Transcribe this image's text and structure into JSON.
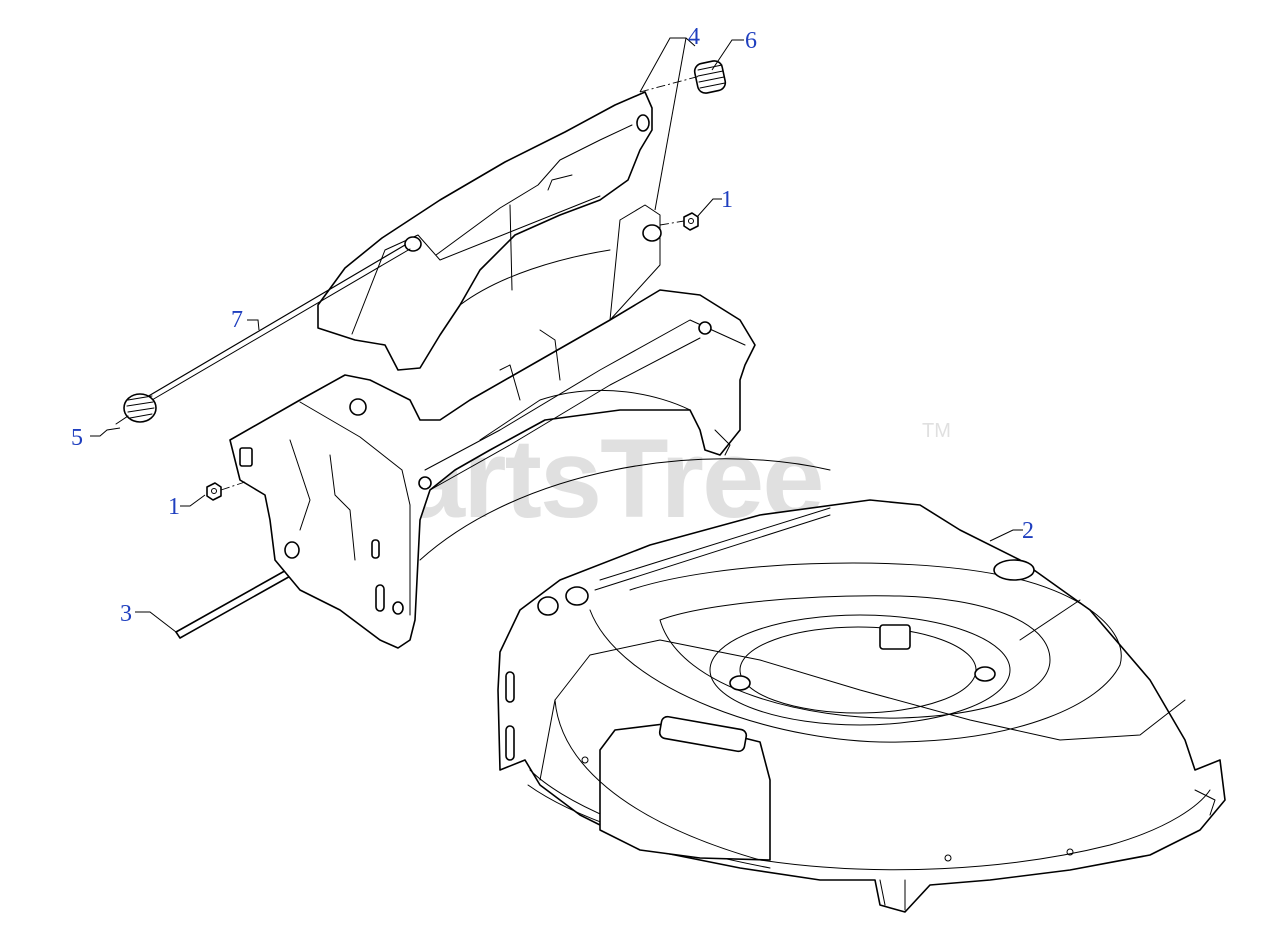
{
  "diagram": {
    "watermark": {
      "text": "PartsTree",
      "trademark": "TM"
    },
    "colors": {
      "callout": "#1f3fbf",
      "watermark": "#c8c8c8",
      "line": "#000000",
      "background": "#ffffff"
    },
    "callouts": [
      {
        "id": "c1",
        "label": "4"
      },
      {
        "id": "c2",
        "label": "6"
      },
      {
        "id": "c3",
        "label": "1"
      },
      {
        "id": "c4",
        "label": "7"
      },
      {
        "id": "c5",
        "label": "5"
      },
      {
        "id": "c6",
        "label": "1"
      },
      {
        "id": "c7",
        "label": "3"
      },
      {
        "id": "c8",
        "label": "2"
      }
    ]
  }
}
